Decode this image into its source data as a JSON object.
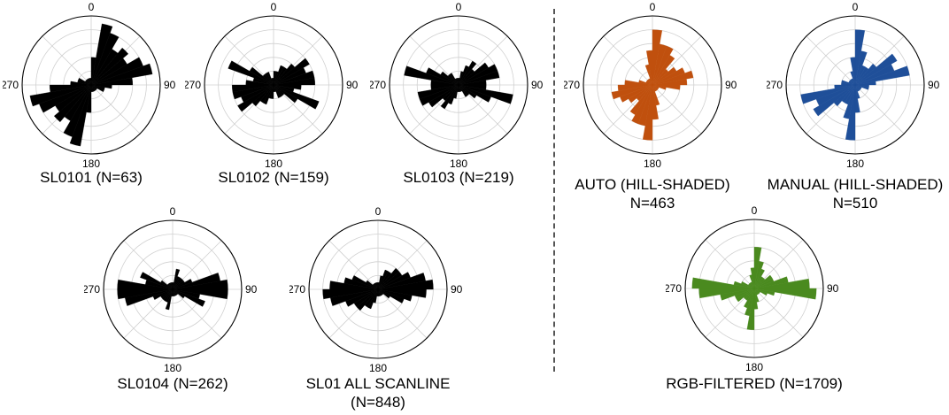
{
  "ticks": {
    "n": "0",
    "e": "90",
    "s": "180",
    "w": "270"
  },
  "chart_data": [
    {
      "type": "rose",
      "id": "sl0101",
      "caption_lines": [
        "SL0101 (N=63)"
      ],
      "color": "#000000",
      "rmax": 10,
      "bin_width_deg": 10,
      "bins": [
        [
          5,
          4
        ],
        [
          15,
          9
        ],
        [
          25,
          8
        ],
        [
          35,
          6
        ],
        [
          45,
          7
        ],
        [
          55,
          6
        ],
        [
          65,
          8
        ],
        [
          75,
          9
        ],
        [
          85,
          6
        ],
        [
          95,
          3
        ],
        [
          105,
          2
        ],
        [
          115,
          2
        ],
        [
          125,
          1
        ],
        [
          135,
          1
        ],
        [
          145,
          1
        ],
        [
          155,
          1
        ],
        [
          165,
          1
        ],
        [
          175,
          1
        ],
        [
          185,
          4
        ],
        [
          195,
          9
        ],
        [
          205,
          8
        ],
        [
          215,
          6
        ],
        [
          225,
          7
        ],
        [
          235,
          6
        ],
        [
          245,
          8
        ],
        [
          255,
          9
        ],
        [
          265,
          6
        ],
        [
          275,
          3
        ],
        [
          285,
          2
        ],
        [
          295,
          2
        ],
        [
          305,
          1
        ],
        [
          315,
          1
        ],
        [
          325,
          1
        ],
        [
          335,
          1
        ],
        [
          345,
          1
        ],
        [
          355,
          1
        ]
      ]
    },
    {
      "type": "rose",
      "id": "sl0102",
      "caption_lines": [
        "SL0102 (N=159)"
      ],
      "color": "#000000",
      "rmax": 10,
      "bin_width_deg": 10,
      "bins": [
        [
          5,
          2
        ],
        [
          15,
          2
        ],
        [
          25,
          3
        ],
        [
          35,
          3
        ],
        [
          45,
          4
        ],
        [
          55,
          6
        ],
        [
          65,
          5
        ],
        [
          75,
          6
        ],
        [
          85,
          6
        ],
        [
          95,
          4
        ],
        [
          105,
          3
        ],
        [
          115,
          7
        ],
        [
          125,
          4
        ],
        [
          135,
          2
        ],
        [
          145,
          2
        ],
        [
          155,
          2
        ],
        [
          165,
          1
        ],
        [
          175,
          1
        ],
        [
          185,
          2
        ],
        [
          195,
          2
        ],
        [
          205,
          3
        ],
        [
          215,
          3
        ],
        [
          225,
          4
        ],
        [
          235,
          6
        ],
        [
          245,
          5
        ],
        [
          255,
          6
        ],
        [
          265,
          6
        ],
        [
          275,
          4
        ],
        [
          285,
          3
        ],
        [
          295,
          7
        ],
        [
          305,
          4
        ],
        [
          315,
          2
        ],
        [
          325,
          2
        ],
        [
          335,
          2
        ],
        [
          345,
          1
        ],
        [
          355,
          1
        ]
      ]
    },
    {
      "type": "rose",
      "id": "sl0103",
      "caption_lines": [
        "SL0103 (N=219)"
      ],
      "color": "#000000",
      "rmax": 10,
      "bin_width_deg": 10,
      "bins": [
        [
          5,
          1
        ],
        [
          15,
          2
        ],
        [
          25,
          3
        ],
        [
          35,
          4
        ],
        [
          45,
          3
        ],
        [
          55,
          5
        ],
        [
          65,
          6
        ],
        [
          75,
          6
        ],
        [
          85,
          4
        ],
        [
          95,
          4
        ],
        [
          105,
          8
        ],
        [
          115,
          5
        ],
        [
          125,
          3
        ],
        [
          135,
          2
        ],
        [
          145,
          2
        ],
        [
          155,
          1
        ],
        [
          165,
          1
        ],
        [
          175,
          1
        ],
        [
          185,
          1
        ],
        [
          195,
          2
        ],
        [
          205,
          3
        ],
        [
          215,
          4
        ],
        [
          225,
          3
        ],
        [
          235,
          5
        ],
        [
          245,
          6
        ],
        [
          255,
          6
        ],
        [
          265,
          4
        ],
        [
          275,
          4
        ],
        [
          285,
          8
        ],
        [
          295,
          5
        ],
        [
          305,
          3
        ],
        [
          315,
          2
        ],
        [
          325,
          2
        ],
        [
          335,
          1
        ],
        [
          345,
          1
        ],
        [
          355,
          1
        ]
      ]
    },
    {
      "type": "rose",
      "id": "auto",
      "caption_lines": [
        "AUTO (HILL-SHADED)",
        "N=463"
      ],
      "color": "#c0500e",
      "rmax": 10,
      "bin_width_deg": 10,
      "bins": [
        [
          5,
          8
        ],
        [
          15,
          6
        ],
        [
          25,
          6
        ],
        [
          35,
          5
        ],
        [
          45,
          3
        ],
        [
          55,
          4
        ],
        [
          65,
          5
        ],
        [
          75,
          6
        ],
        [
          85,
          5
        ],
        [
          95,
          4
        ],
        [
          105,
          2
        ],
        [
          115,
          1
        ],
        [
          125,
          1
        ],
        [
          135,
          1
        ],
        [
          145,
          1
        ],
        [
          155,
          1
        ],
        [
          165,
          3
        ],
        [
          175,
          5
        ],
        [
          185,
          8
        ],
        [
          195,
          6
        ],
        [
          205,
          6
        ],
        [
          215,
          5
        ],
        [
          225,
          3
        ],
        [
          235,
          4
        ],
        [
          245,
          5
        ],
        [
          255,
          6
        ],
        [
          265,
          5
        ],
        [
          275,
          4
        ],
        [
          285,
          2
        ],
        [
          295,
          1
        ],
        [
          305,
          1
        ],
        [
          315,
          1
        ],
        [
          325,
          1
        ],
        [
          335,
          1
        ],
        [
          345,
          3
        ],
        [
          355,
          5
        ]
      ]
    },
    {
      "type": "rose",
      "id": "manual",
      "caption_lines": [
        "MANUAL (HILL-SHADED)",
        "N=510"
      ],
      "color": "#1f4f99",
      "rmax": 10,
      "bin_width_deg": 10,
      "bins": [
        [
          5,
          8
        ],
        [
          15,
          5
        ],
        [
          25,
          3
        ],
        [
          35,
          3
        ],
        [
          45,
          4
        ],
        [
          55,
          7
        ],
        [
          65,
          6
        ],
        [
          75,
          8
        ],
        [
          85,
          3
        ],
        [
          95,
          2
        ],
        [
          105,
          2
        ],
        [
          115,
          1
        ],
        [
          125,
          1
        ],
        [
          135,
          1
        ],
        [
          145,
          1
        ],
        [
          155,
          1
        ],
        [
          165,
          2
        ],
        [
          175,
          4
        ],
        [
          185,
          8
        ],
        [
          195,
          5
        ],
        [
          205,
          3
        ],
        [
          215,
          3
        ],
        [
          225,
          4
        ],
        [
          235,
          7
        ],
        [
          245,
          6
        ],
        [
          255,
          8
        ],
        [
          265,
          3
        ],
        [
          275,
          2
        ],
        [
          285,
          2
        ],
        [
          295,
          1
        ],
        [
          305,
          1
        ],
        [
          315,
          1
        ],
        [
          325,
          1
        ],
        [
          335,
          1
        ],
        [
          345,
          2
        ],
        [
          355,
          4
        ]
      ]
    },
    {
      "type": "rose",
      "id": "sl0104",
      "caption_lines": [
        "SL0104 (N=262)"
      ],
      "color": "#000000",
      "rmax": 10,
      "bin_width_deg": 10,
      "bins": [
        [
          5,
          1
        ],
        [
          15,
          3
        ],
        [
          25,
          2
        ],
        [
          35,
          2
        ],
        [
          45,
          2
        ],
        [
          55,
          2
        ],
        [
          65,
          3
        ],
        [
          75,
          7
        ],
        [
          85,
          8
        ],
        [
          95,
          8
        ],
        [
          105,
          4
        ],
        [
          115,
          5
        ],
        [
          125,
          2
        ],
        [
          135,
          1
        ],
        [
          145,
          1
        ],
        [
          155,
          1
        ],
        [
          165,
          1
        ],
        [
          175,
          1
        ],
        [
          185,
          1
        ],
        [
          195,
          3
        ],
        [
          205,
          2
        ],
        [
          215,
          2
        ],
        [
          225,
          2
        ],
        [
          235,
          2
        ],
        [
          245,
          3
        ],
        [
          255,
          7
        ],
        [
          265,
          8
        ],
        [
          275,
          8
        ],
        [
          285,
          4
        ],
        [
          295,
          5
        ],
        [
          305,
          2
        ],
        [
          315,
          1
        ],
        [
          325,
          1
        ],
        [
          335,
          1
        ],
        [
          345,
          1
        ],
        [
          355,
          1
        ]
      ]
    },
    {
      "type": "rose",
      "id": "sl01all",
      "caption_lines": [
        "SL01 ALL SCANLINE",
        "(N=848)"
      ],
      "color": "#000000",
      "rmax": 10,
      "bin_width_deg": 10,
      "bins": [
        [
          5,
          1
        ],
        [
          15,
          2
        ],
        [
          25,
          3
        ],
        [
          35,
          3
        ],
        [
          45,
          4
        ],
        [
          55,
          4
        ],
        [
          65,
          5
        ],
        [
          75,
          7
        ],
        [
          85,
          8
        ],
        [
          95,
          7
        ],
        [
          105,
          5
        ],
        [
          115,
          4
        ],
        [
          125,
          2
        ],
        [
          135,
          1
        ],
        [
          145,
          1
        ],
        [
          155,
          1
        ],
        [
          165,
          1
        ],
        [
          175,
          1
        ],
        [
          185,
          1
        ],
        [
          195,
          2
        ],
        [
          205,
          3
        ],
        [
          215,
          3
        ],
        [
          225,
          4
        ],
        [
          235,
          4
        ],
        [
          245,
          5
        ],
        [
          255,
          7
        ],
        [
          265,
          8
        ],
        [
          275,
          7
        ],
        [
          285,
          5
        ],
        [
          295,
          4
        ],
        [
          305,
          2
        ],
        [
          315,
          1
        ],
        [
          325,
          1
        ],
        [
          335,
          1
        ],
        [
          345,
          1
        ],
        [
          355,
          1
        ]
      ]
    },
    {
      "type": "rose",
      "id": "rgb",
      "caption_lines": [
        "RGB-FILTERED (N=1709)"
      ],
      "color": "#4a8a1f",
      "rmax": 10,
      "bin_width_deg": 10,
      "bins": [
        [
          5,
          6
        ],
        [
          15,
          4
        ],
        [
          25,
          3
        ],
        [
          35,
          2
        ],
        [
          45,
          2
        ],
        [
          55,
          3
        ],
        [
          65,
          3
        ],
        [
          75,
          5
        ],
        [
          85,
          8
        ],
        [
          95,
          9
        ],
        [
          105,
          3
        ],
        [
          115,
          2
        ],
        [
          125,
          1
        ],
        [
          135,
          1
        ],
        [
          145,
          1
        ],
        [
          155,
          1
        ],
        [
          165,
          2
        ],
        [
          175,
          3
        ],
        [
          185,
          6
        ],
        [
          195,
          4
        ],
        [
          205,
          3
        ],
        [
          215,
          2
        ],
        [
          225,
          2
        ],
        [
          235,
          3
        ],
        [
          245,
          3
        ],
        [
          255,
          5
        ],
        [
          265,
          8
        ],
        [
          275,
          9
        ],
        [
          285,
          3
        ],
        [
          295,
          2
        ],
        [
          305,
          1
        ],
        [
          315,
          1
        ],
        [
          325,
          1
        ],
        [
          335,
          1
        ],
        [
          345,
          2
        ],
        [
          355,
          3
        ]
      ]
    }
  ]
}
